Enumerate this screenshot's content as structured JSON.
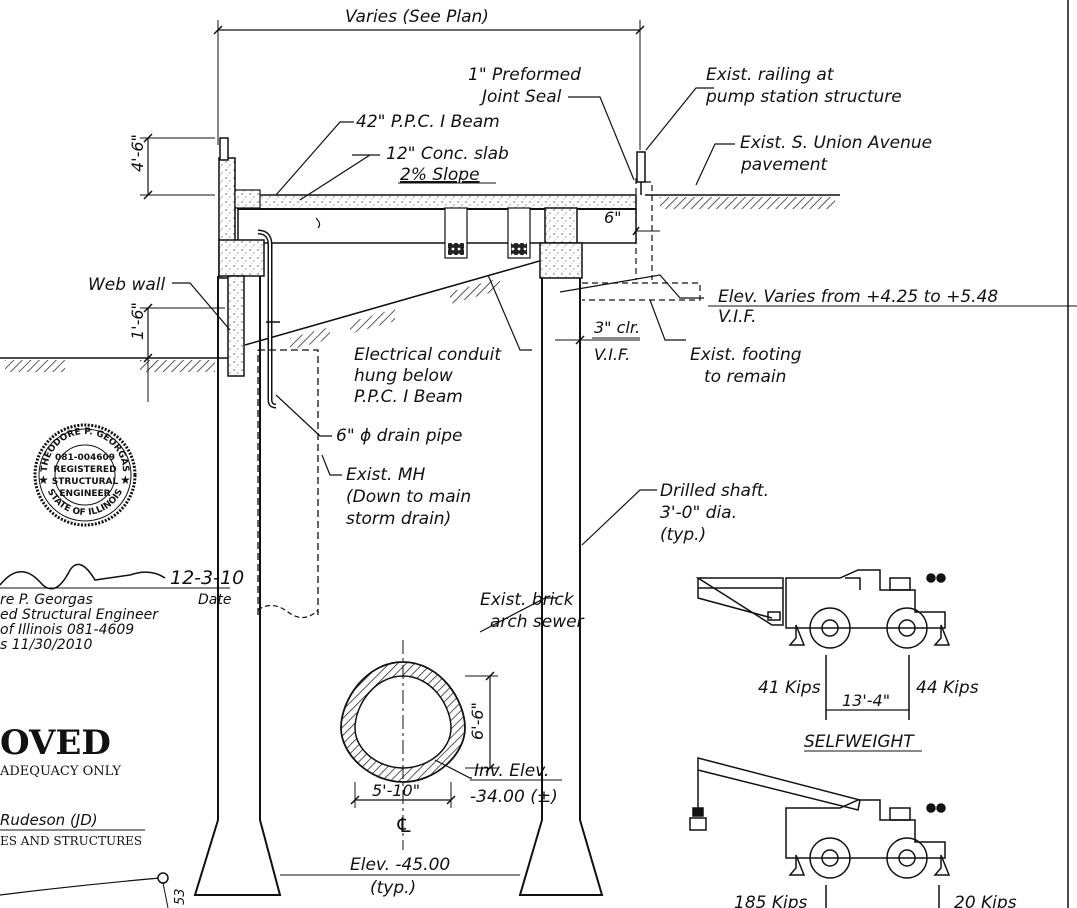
{
  "labels": {
    "width": "Varies (See Plan)",
    "joint_seal_1": "1\" Preformed",
    "joint_seal_2": "Joint Seal",
    "railing_1": "Exist. railing at",
    "railing_2": "pump station structure",
    "beam": "42\" P.P.C. I Beam",
    "slab": "12\" Conc. slab",
    "slope": "2% Slope",
    "pavement_1": "Exist. S. Union Avenue",
    "pavement_2": "pavement",
    "dim_4_6": "4'-6\"",
    "dim_6in": "6\"",
    "web_wall": "Web wall",
    "dim_1_6": "1'-6\"",
    "elev_varies": "Elev. Varies from +4.25 to +5.48",
    "vif_1": "V.I.F.",
    "clr": "3\" clr.",
    "vif_2": "V.I.F.",
    "footing_1": "Exist. footing",
    "footing_2": "to remain",
    "conduit_1": "Electrical conduit",
    "conduit_2": "hung below",
    "conduit_3": "P.P.C. I Beam",
    "drain": "6\" ϕ drain pipe",
    "mh_1": "Exist. MH",
    "mh_2": "(Down to main",
    "mh_3": "storm drain)",
    "shaft_1": "Drilled shaft.",
    "shaft_2": "3'-0\" dia.",
    "shaft_3": "(typ.)",
    "sewer_1": "Exist. brick",
    "sewer_2": "arch sewer",
    "dim_6_6": "6'-6\"",
    "dim_5_10": "5'-10\"",
    "inv_1": "Inv. Elev.",
    "inv_2": "-34.00 (±)",
    "centerline": "℄",
    "elev_bottom": "Elev. -45.00",
    "elev_bottom_typ": "(typ.)",
    "kips_41": "41 Kips",
    "kips_44": "44 Kips",
    "dim_13_4": "13'-4\"",
    "selfweight": "SELFWEIGHT",
    "kips_185": "185 Kips",
    "kips_20": "20 Kips",
    "number_53": "53"
  },
  "engineer": {
    "signature": "12-3-10",
    "name_line": "re P. Georgas",
    "date_label": "Date",
    "title_line": "ed Structural Engineer",
    "license_line": "of Illinois 081-4609",
    "expires_line": "s 11/30/2010"
  },
  "seal": {
    "name_top": "THEODORE P. GEORGAS",
    "license": "081-004609",
    "registered": "REGISTERED",
    "structural": "STRUCTURAL",
    "engineer": "ENGINEER",
    "state_bottom": "STATE OF ILLINOIS"
  },
  "approval": {
    "approved": "OVED",
    "adequacy": "ADEQUACY ONLY",
    "signature": "Rudeson (JD)",
    "division": "ES AND STRUCTURES"
  }
}
